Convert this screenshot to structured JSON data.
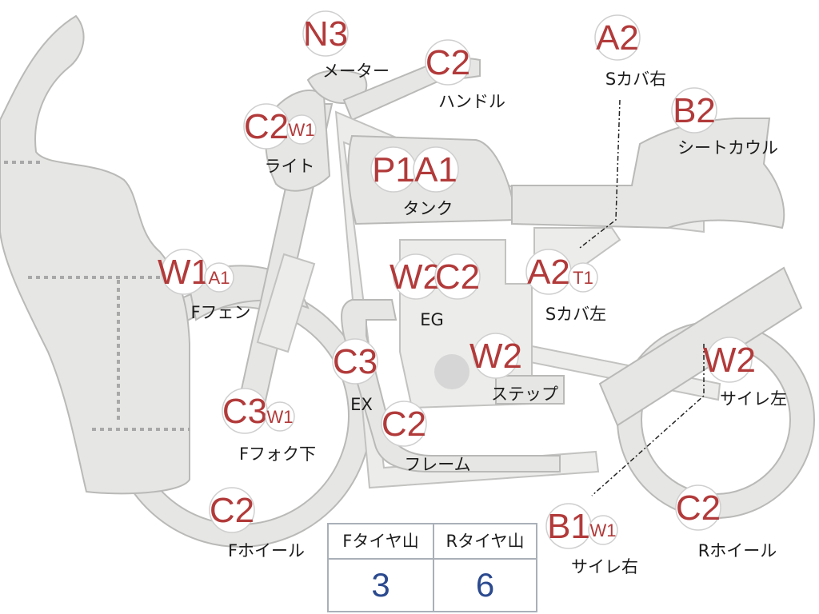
{
  "parts": [
    {
      "id": "meter",
      "grade": "N3",
      "label": "メーター"
    },
    {
      "id": "handle",
      "grade": "C2",
      "label": "ハンドル"
    },
    {
      "id": "light",
      "grade": "C2",
      "sub": "W1",
      "label": "ライト"
    },
    {
      "id": "tank",
      "grade": "P1",
      "grade2": "A1",
      "label": "タンク"
    },
    {
      "id": "engine",
      "grade": "W2",
      "grade2": "C2",
      "label": "EG"
    },
    {
      "id": "side-cover-right",
      "grade": "A2",
      "label": "Sカバ右"
    },
    {
      "id": "seat-cowl",
      "grade": "B2",
      "label": "シートカウル"
    },
    {
      "id": "side-cover-left",
      "grade": "A2",
      "sub": "T1",
      "label": "Sカバ左"
    },
    {
      "id": "front-fender",
      "grade": "W1",
      "sub": "A1",
      "label": "Fフェン"
    },
    {
      "id": "exhaust",
      "grade": "C3",
      "label": "EX"
    },
    {
      "id": "step",
      "grade": "W2",
      "label": "ステップ"
    },
    {
      "id": "muffler-left",
      "grade": "W2",
      "label": "サイレ左"
    },
    {
      "id": "front-fork-lower",
      "grade": "C3",
      "sub": "W1",
      "label": "Fフォク下"
    },
    {
      "id": "frame",
      "grade": "C2",
      "label": "フレーム"
    },
    {
      "id": "front-wheel",
      "grade": "C2",
      "label": "Fホイール"
    },
    {
      "id": "muffler-right",
      "grade": "B1",
      "sub": "W1",
      "label": "サイレ右"
    },
    {
      "id": "rear-wheel",
      "grade": "C2",
      "label": "Rホイール"
    }
  ],
  "tire_tread": {
    "front_label": "Fタイヤ山",
    "rear_label": "Rタイヤ山",
    "front_value": "3",
    "rear_value": "6"
  },
  "colors": {
    "grade_text": "#b23a3a",
    "label_text": "#1c1c1c",
    "part_fill": "#e6e6e4",
    "table_value": "#2b4a8f",
    "table_border": "#aab0b8"
  }
}
